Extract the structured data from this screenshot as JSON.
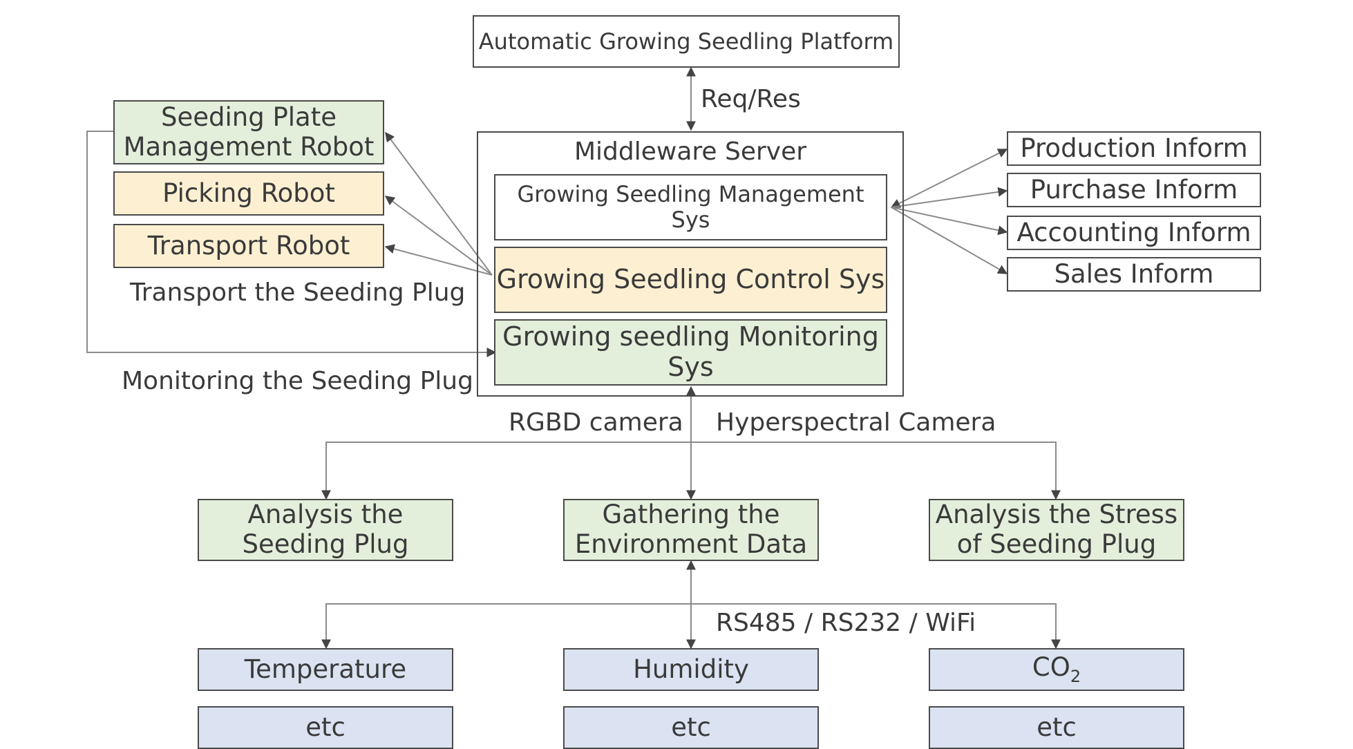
{
  "platform": "Automatic Growing Seedling Platform",
  "req_res": "Req/Res",
  "middleware": {
    "title": "Middleware Server",
    "management": "Growing Seedling Management Sys",
    "control": "Growing Seedling Control Sys",
    "monitoring": "Growing seedling Monitoring Sys"
  },
  "robots": {
    "seeding_plate_line1": "Seeding Plate",
    "seeding_plate_line2": "Management Robot",
    "picking": "Picking Robot",
    "transport": "Transport Robot"
  },
  "labels": {
    "transport_plug": "Transport the Seeding Plug",
    "monitoring_plug": "Monitoring the Seeding Plug",
    "rgbd": "RGBD camera",
    "hyperspectral": "Hyperspectral Camera",
    "rs485": "RS485 / RS232 / WiFi"
  },
  "informs": [
    "Production Inform",
    "Purchase Inform",
    "Accounting Inform",
    "Sales Inform"
  ],
  "analysis": {
    "left_line1": "Analysis the",
    "left_line2": "Seeding Plug",
    "mid_line1": "Gathering the",
    "mid_line2": "Environment Data",
    "right_line1": "Analysis the Stress",
    "right_line2": "of Seeding Plug"
  },
  "sensors": {
    "temperature": "Temperature",
    "humidity": "Humidity",
    "co2_main": "CO",
    "co2_sub": "2",
    "etc": "etc"
  },
  "colors": {
    "green": "#e4efdb",
    "yellow": "#fdf0d2",
    "blue": "#dbe3f2",
    "line": "#4a4a4a"
  }
}
